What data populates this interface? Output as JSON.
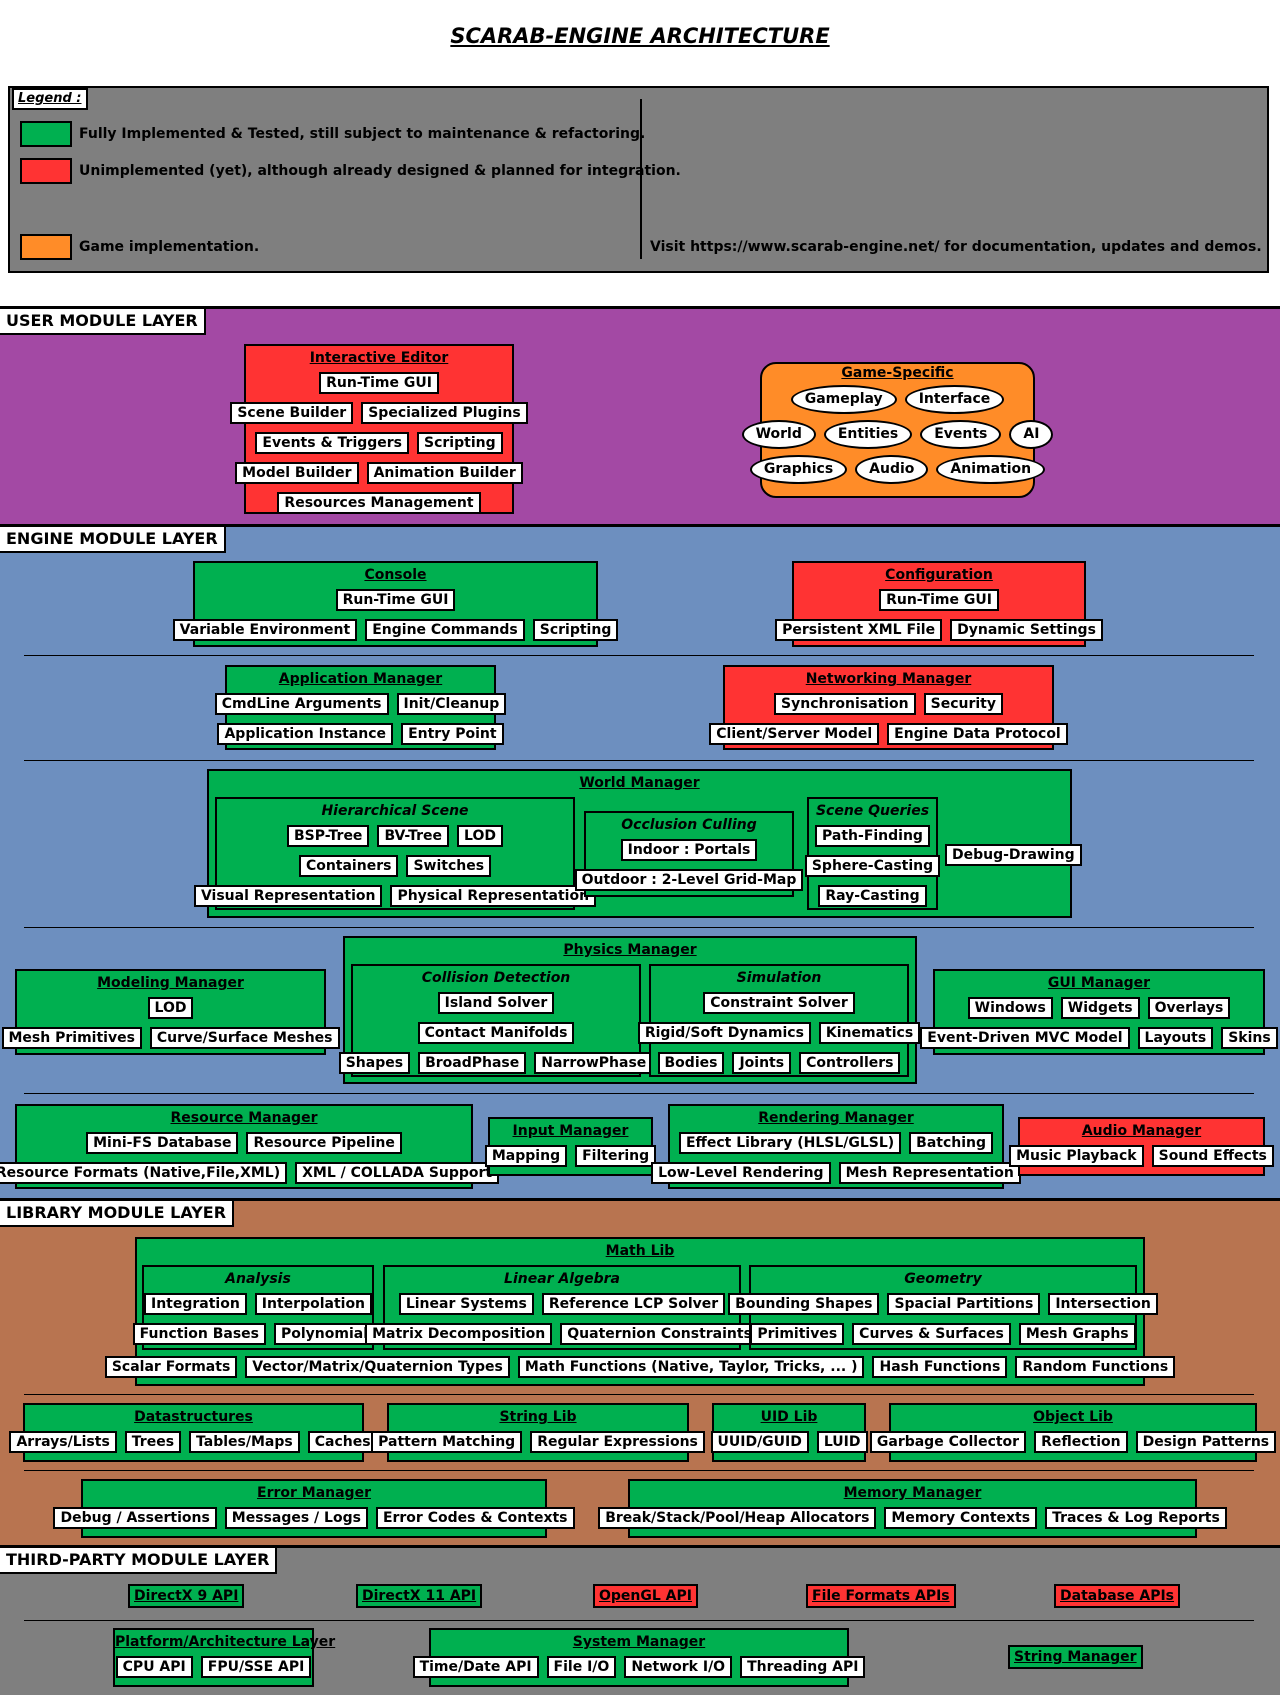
{
  "title": "SCARAB-ENGINE ARCHITECTURE",
  "colors": {
    "implemented": "#00b050",
    "unimplemented": "#ff3333",
    "game": "#ff8c28",
    "user_layer": "#a349a4",
    "engine_layer": "#6d8fbf",
    "library_layer": "#b87450",
    "thirdparty_layer": "#7f7f7f",
    "legend_bg": "#7f7f7f"
  },
  "legend": {
    "label": "Legend :",
    "implemented": "Fully Implemented & Tested, still subject to maintenance & refactoring.",
    "unimplemented": "Unimplemented (yet),  although already designed & planned for integration.",
    "game": "Game implementation.",
    "visit": "Visit https://www.scarab-engine.net/ for documentation, updates and demos."
  },
  "user_layer": {
    "label": "USER MODULE LAYER",
    "editor": {
      "title": "Interactive Editor",
      "rows": [
        [
          "Run-Time GUI"
        ],
        [
          "Scene Builder",
          "Specialized Plugins"
        ],
        [
          "Events & Triggers",
          "Scripting"
        ],
        [
          "Model Builder",
          "Animation Builder"
        ],
        [
          "Resources Management"
        ]
      ]
    },
    "game": {
      "title": "Game-Specific",
      "rows": [
        [
          "Gameplay",
          "Interface"
        ],
        [
          "World",
          "Entities",
          "Events",
          "AI"
        ],
        [
          "Graphics",
          "Audio",
          "Animation"
        ]
      ]
    }
  },
  "engine_layer": {
    "label": "ENGINE MODULE LAYER",
    "console": {
      "title": "Console",
      "rows": [
        [
          "Run-Time GUI"
        ],
        [
          "Variable Environment",
          "Engine Commands",
          "Scripting"
        ]
      ]
    },
    "configuration": {
      "title": "Configuration",
      "rows": [
        [
          "Run-Time GUI"
        ],
        [
          "Persistent XML File",
          "Dynamic Settings"
        ]
      ]
    },
    "application": {
      "title": "Application Manager",
      "rows": [
        [
          "CmdLine Arguments",
          "Init/Cleanup"
        ],
        [
          "Application Instance",
          "Entry Point"
        ]
      ]
    },
    "networking": {
      "title": "Networking Manager",
      "rows": [
        [
          "Synchronisation",
          "Security"
        ],
        [
          "Client/Server Model",
          "Engine Data Protocol"
        ]
      ]
    },
    "world": {
      "title": "World Manager",
      "hierarchical": {
        "title": "Hierarchical Scene",
        "rows": [
          [
            "BSP-Tree",
            "BV-Tree",
            "LOD"
          ],
          [
            "Containers",
            "Switches"
          ],
          [
            "Visual Representation",
            "Physical Representation"
          ]
        ]
      },
      "occlusion": {
        "title": "Occlusion Culling",
        "rows": [
          [
            "Indoor : Portals"
          ],
          [
            "Outdoor : 2-Level Grid-Map"
          ]
        ]
      },
      "queries": {
        "title": "Scene Queries",
        "rows": [
          [
            "Path-Finding"
          ],
          [
            "Sphere-Casting"
          ],
          [
            "Ray-Casting"
          ]
        ]
      },
      "debug": "Debug-Drawing"
    },
    "modeling": {
      "title": "Modeling Manager",
      "rows": [
        [
          "LOD"
        ],
        [
          "Mesh Primitives",
          "Curve/Surface Meshes"
        ]
      ]
    },
    "physics": {
      "title": "Physics Manager",
      "collision": {
        "title": "Collision Detection",
        "rows": [
          [
            "Island Solver"
          ],
          [
            "Contact Manifolds"
          ],
          [
            "Shapes",
            "BroadPhase",
            "NarrowPhase"
          ]
        ]
      },
      "simulation": {
        "title": "Simulation",
        "rows": [
          [
            "Constraint Solver"
          ],
          [
            "Rigid/Soft Dynamics",
            "Kinematics"
          ],
          [
            "Bodies",
            "Joints",
            "Controllers"
          ]
        ]
      }
    },
    "gui": {
      "title": "GUI Manager",
      "rows": [
        [
          "Windows",
          "Widgets",
          "Overlays"
        ],
        [
          "Event-Driven MVC Model",
          "Layouts",
          "Skins"
        ]
      ]
    },
    "resource": {
      "title": "Resource Manager",
      "rows": [
        [
          "Mini-FS Database",
          "Resource Pipeline"
        ],
        [
          "Resource Formats (Native,File,XML)",
          "XML / COLLADA Support"
        ]
      ]
    },
    "input": {
      "title": "Input Manager",
      "rows": [
        [
          "Mapping",
          "Filtering"
        ]
      ]
    },
    "rendering": {
      "title": "Rendering Manager",
      "rows": [
        [
          "Effect Library (HLSL/GLSL)",
          "Batching"
        ],
        [
          "Low-Level Rendering",
          "Mesh Representation"
        ]
      ]
    },
    "audio": {
      "title": "Audio Manager",
      "rows": [
        [
          "Music Playback",
          "Sound Effects"
        ]
      ]
    }
  },
  "library_layer": {
    "label": "LIBRARY MODULE LAYER",
    "math": {
      "title": "Math Lib",
      "analysis": {
        "title": "Analysis",
        "rows": [
          [
            "Integration",
            "Interpolation"
          ],
          [
            "Function Bases",
            "Polynomials"
          ]
        ]
      },
      "linear": {
        "title": "Linear Algebra",
        "rows": [
          [
            "Linear Systems",
            "Reference LCP Solver"
          ],
          [
            "Matrix Decomposition",
            "Quaternion Constraints"
          ]
        ]
      },
      "geometry": {
        "title": "Geometry",
        "rows": [
          [
            "Bounding Shapes",
            "Spacial Partitions",
            "Intersection"
          ],
          [
            "Primitives",
            "Curves & Surfaces",
            "Mesh Graphs"
          ]
        ]
      },
      "bottom": [
        "Scalar Formats",
        "Vector/Matrix/Quaternion Types",
        "Math Functions (Native, Taylor, Tricks, ... )",
        "Hash Functions",
        "Random Functions"
      ]
    },
    "datastructures": {
      "title": "Datastructures",
      "rows": [
        [
          "Arrays/Lists",
          "Trees",
          "Tables/Maps",
          "Caches"
        ]
      ]
    },
    "string": {
      "title": "String Lib",
      "rows": [
        [
          "Pattern Matching",
          "Regular Expressions"
        ]
      ]
    },
    "uid": {
      "title": "UID Lib",
      "rows": [
        [
          "UUID/GUID",
          "LUID"
        ]
      ]
    },
    "object": {
      "title": "Object Lib",
      "rows": [
        [
          "Garbage Collector",
          "Reflection",
          "Design Patterns"
        ]
      ]
    },
    "error": {
      "title": "Error Manager",
      "rows": [
        [
          "Debug / Assertions",
          "Messages / Logs",
          "Error Codes & Contexts"
        ]
      ]
    },
    "memory": {
      "title": "Memory Manager",
      "rows": [
        [
          "Break/Stack/Pool/Heap Allocators",
          "Memory Contexts",
          "Traces & Log Reports"
        ]
      ]
    }
  },
  "thirdparty_layer": {
    "label": "THIRD-PARTY MODULE LAYER",
    "directx9": "DirectX 9 API",
    "directx11": "DirectX 11 API",
    "opengl": "OpenGL API",
    "fileformats": "File Formats APIs",
    "database": "Database APIs",
    "platform": {
      "title": "Platform/Architecture Layer",
      "rows": [
        [
          "CPU API",
          "FPU/SSE API"
        ]
      ]
    },
    "system": {
      "title": "System Manager",
      "rows": [
        [
          "Time/Date API",
          "File I/O",
          "Network I/O",
          "Threading API"
        ]
      ]
    },
    "string_manager": "String Manager"
  }
}
